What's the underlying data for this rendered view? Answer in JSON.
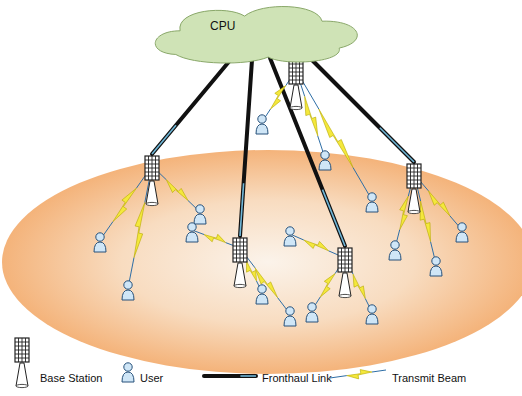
{
  "diagram": {
    "nodes": [
      {
        "text": [
          "CPU"
        ]
      }
    ],
    "legend": [
      {
        "text": "Base Station"
      },
      {
        "text": "User"
      },
      {
        "text": "Fronthaul Link"
      },
      {
        "text": "Transmit Beam"
      }
    ]
  }
}
